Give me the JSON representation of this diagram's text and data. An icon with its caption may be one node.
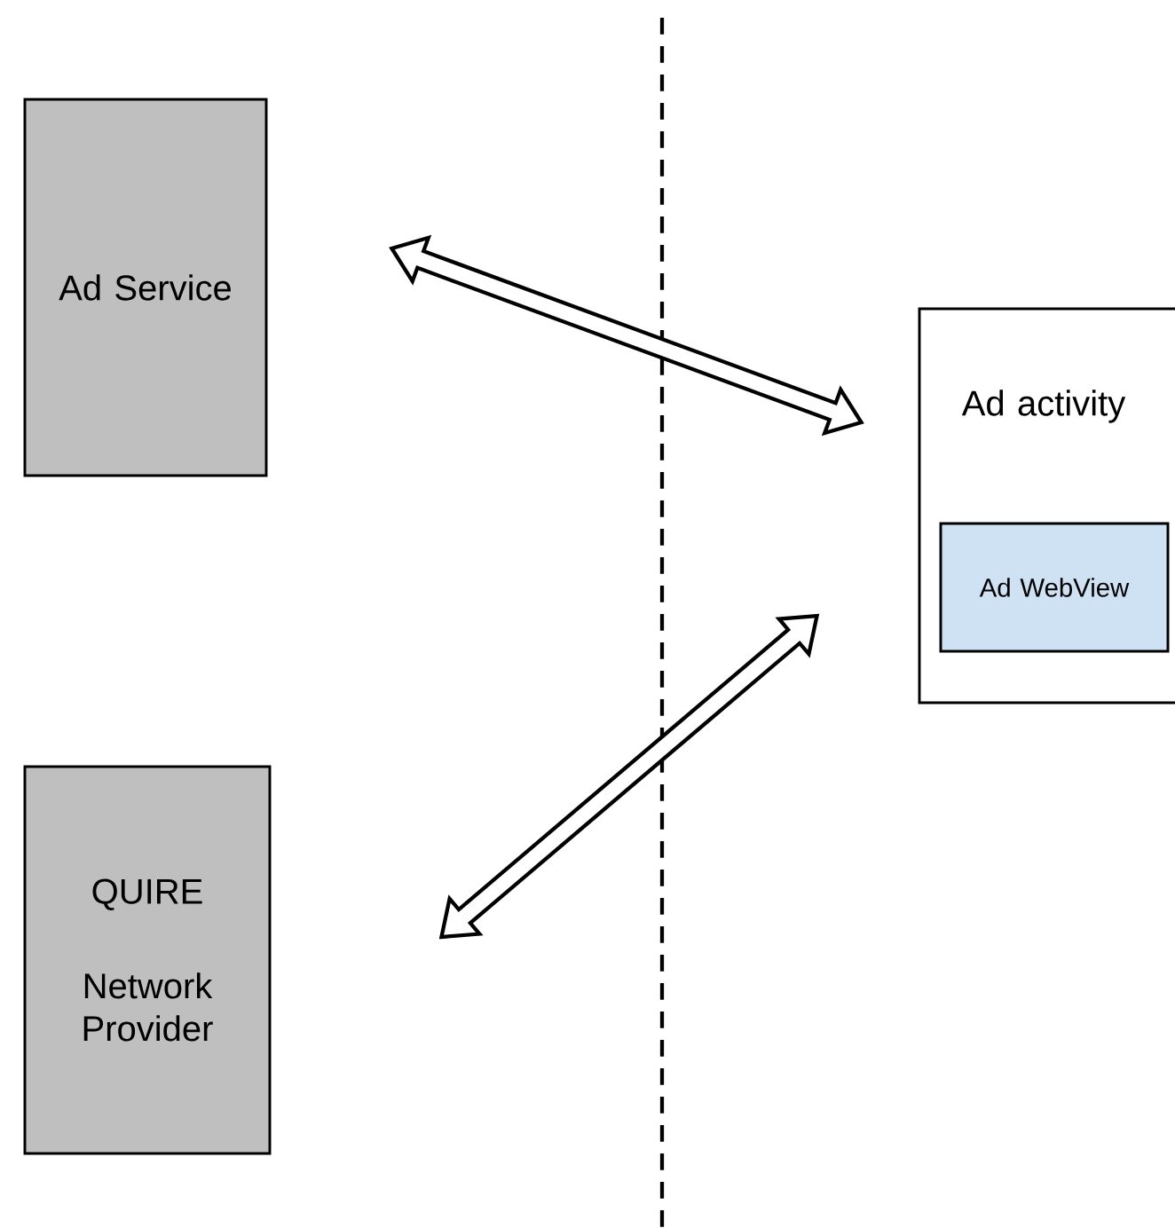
{
  "diagram": {
    "nodes": [
      {
        "text": [
          "Ad Service"
        ]
      },
      {
        "text": [
          "QUIRE",
          "Network Provider"
        ]
      },
      {
        "text": [
          "Ad activity"
        ]
      },
      {
        "text": [
          "Ad WebView"
        ],
        "in": 2
      }
    ],
    "edges": [
      {
        "from": 0,
        "to": 2,
        "arrow": "both"
      },
      {
        "from": 1,
        "to": 2,
        "arrow": "both"
      }
    ]
  }
}
